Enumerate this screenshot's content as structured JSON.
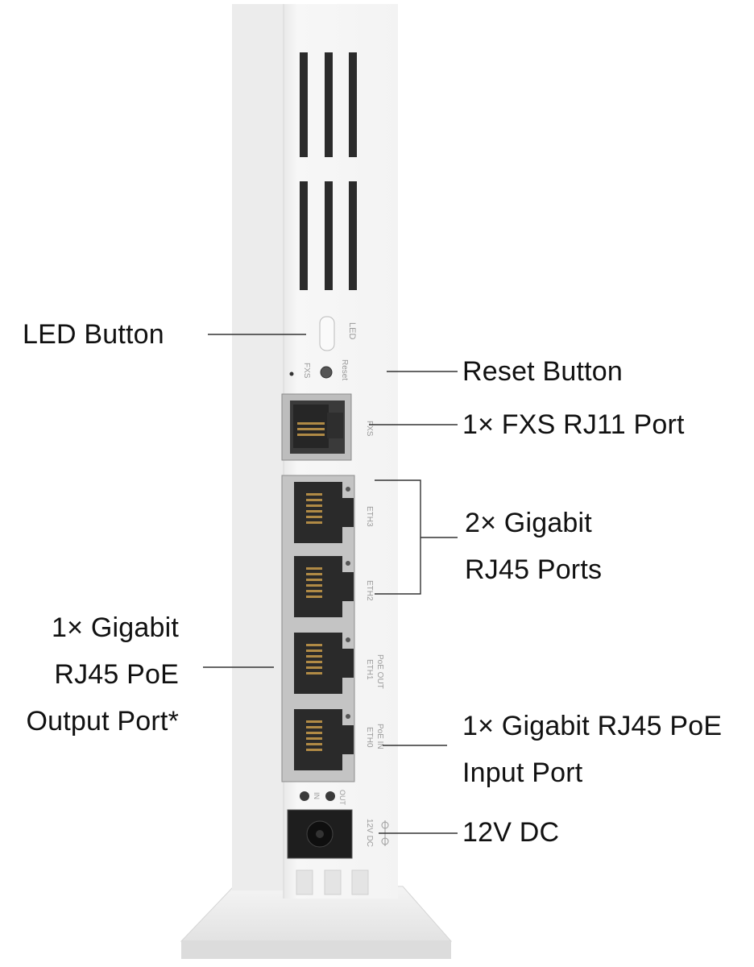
{
  "callouts": {
    "led_button": "LED Button",
    "reset_button": "Reset Button",
    "fxs_port": "1× FXS RJ11 Port",
    "rj45_ports": [
      "2× Gigabit",
      "RJ45 Ports"
    ],
    "poe_output": [
      "1× Gigabit",
      "RJ45 PoE",
      "Output Port*"
    ],
    "poe_input": [
      "1× Gigabit RJ45 PoE",
      "Input Port"
    ],
    "dc": "12V DC"
  },
  "device_markings": {
    "led": "LED",
    "fxs": "FXS",
    "reset": "Reset",
    "fxs_port": "FXS",
    "eth3": "ETH3",
    "eth2": "ETH2",
    "eth1": "ETH1",
    "eth1_sub": "PoE OUT",
    "eth0": "ETH0",
    "eth0_sub": "PoE IN",
    "in": "IN",
    "out": "OUT",
    "dc": "12V DC"
  }
}
